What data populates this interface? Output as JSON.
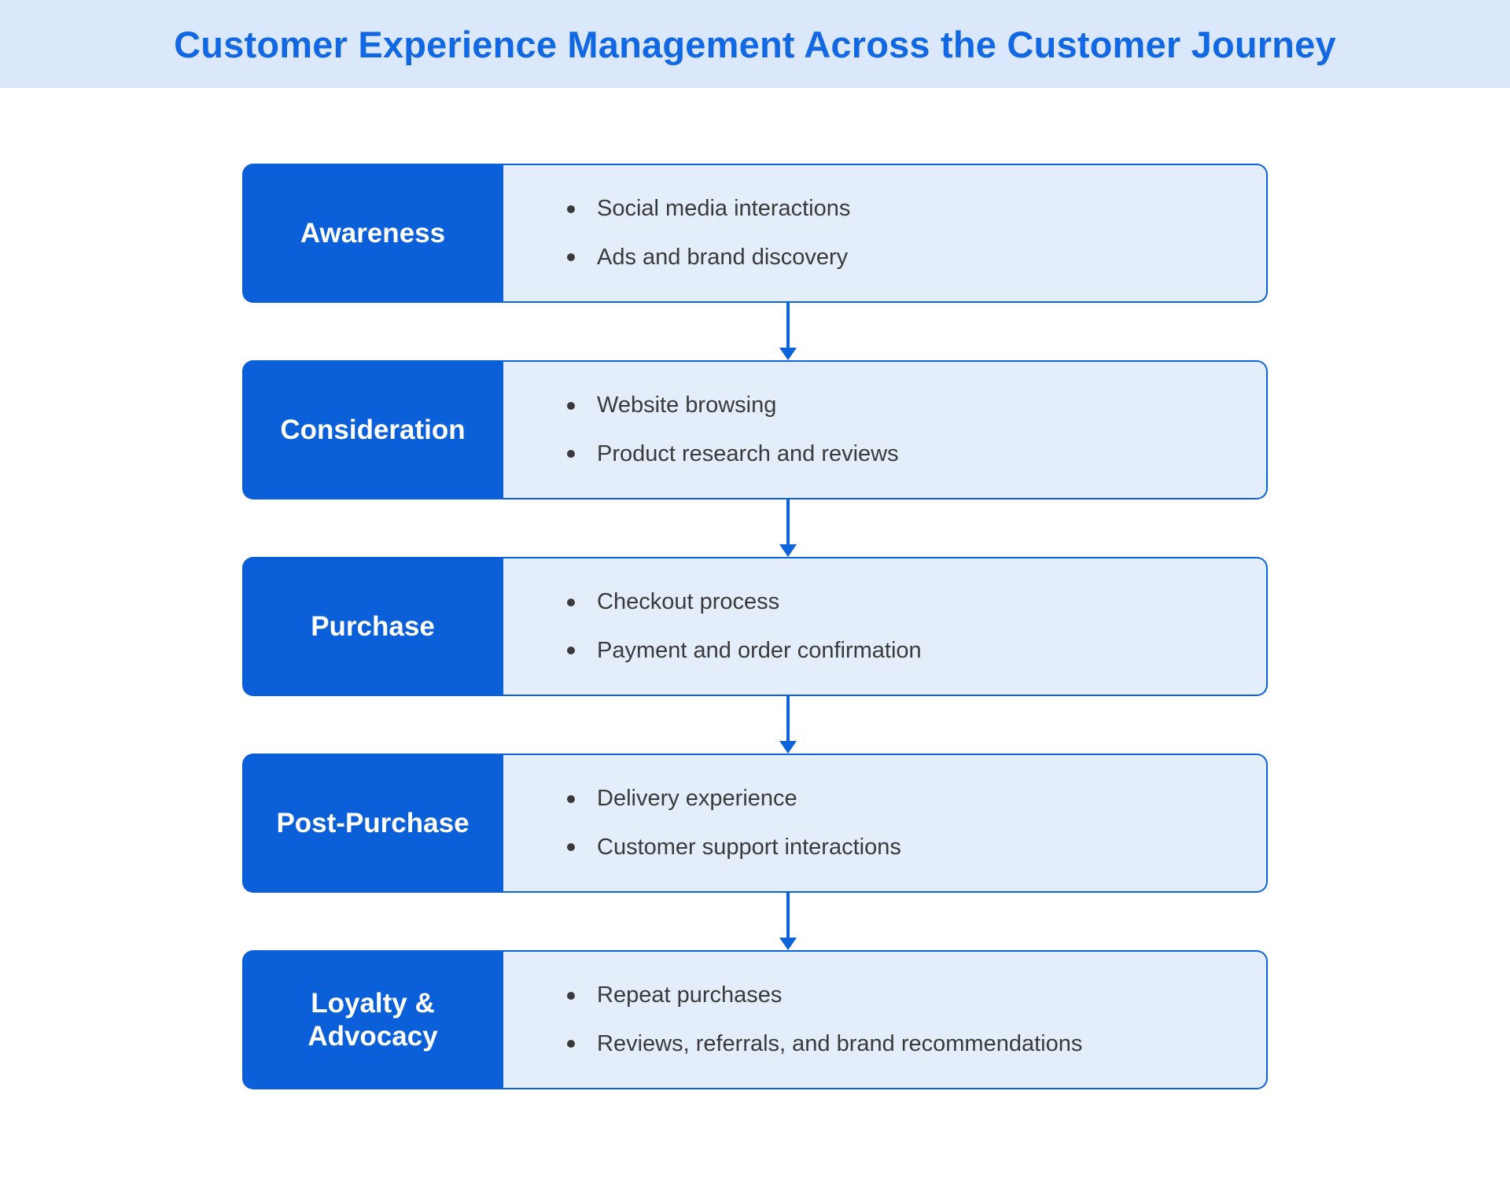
{
  "title": "Customer Experience Management Across the Customer Journey",
  "stages": [
    {
      "label": "Awareness",
      "items": [
        "Social media interactions",
        "Ads and brand discovery"
      ]
    },
    {
      "label": "Consideration",
      "items": [
        "Website browsing",
        "Product research and reviews"
      ]
    },
    {
      "label": "Purchase",
      "items": [
        "Checkout process",
        "Payment and order confirmation"
      ]
    },
    {
      "label": "Post-Purchase",
      "items": [
        "Delivery experience",
        "Customer support interactions"
      ]
    },
    {
      "label": "Loyalty & Advocacy",
      "items": [
        "Repeat purchases",
        "Reviews, referrals, and brand recommendations"
      ]
    }
  ],
  "colors": {
    "accent": "#0b5fd8",
    "border-blue": "#0c63da",
    "light-fill": "#e4eefb",
    "banner-bg": "#dbe8fc",
    "title-color": "#1268e3",
    "bullet-color": "#3a3a3a",
    "page-bg": "#ffffff"
  }
}
